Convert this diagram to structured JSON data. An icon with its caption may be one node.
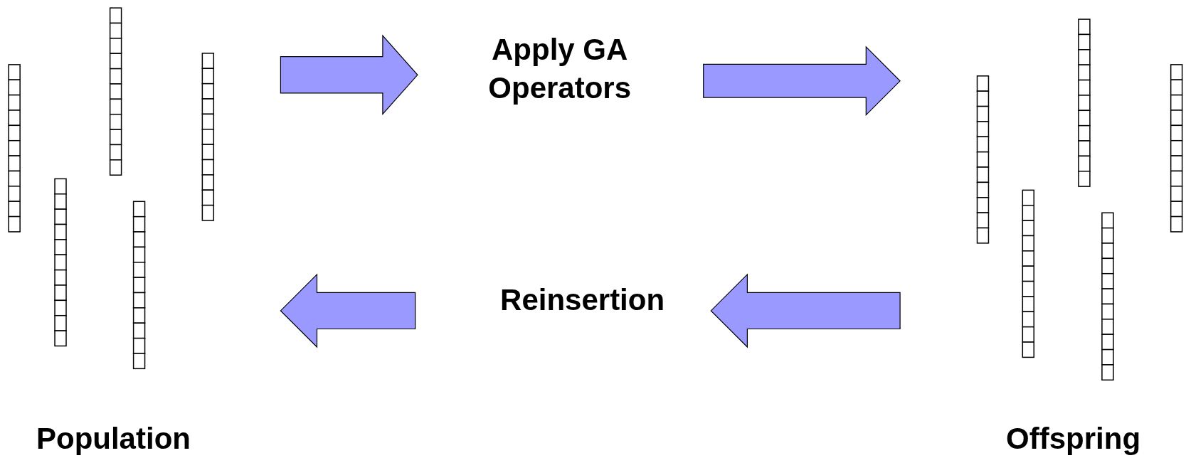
{
  "diagram": {
    "nodes": [
      {
        "text": [
          "Population"
        ]
      },
      {
        "text": [
          "Apply GA Operators"
        ]
      },
      {
        "text": [
          "Offspring"
        ]
      },
      {
        "text": [
          "Reinsertion"
        ]
      }
    ],
    "edges": [
      {
        "from": 0,
        "to": 1,
        "arrow": "to"
      },
      {
        "from": 1,
        "to": 2,
        "arrow": "to"
      },
      {
        "from": 2,
        "to": 3,
        "arrow": "to"
      },
      {
        "from": 3,
        "to": 0,
        "arrow": "to"
      }
    ]
  }
}
